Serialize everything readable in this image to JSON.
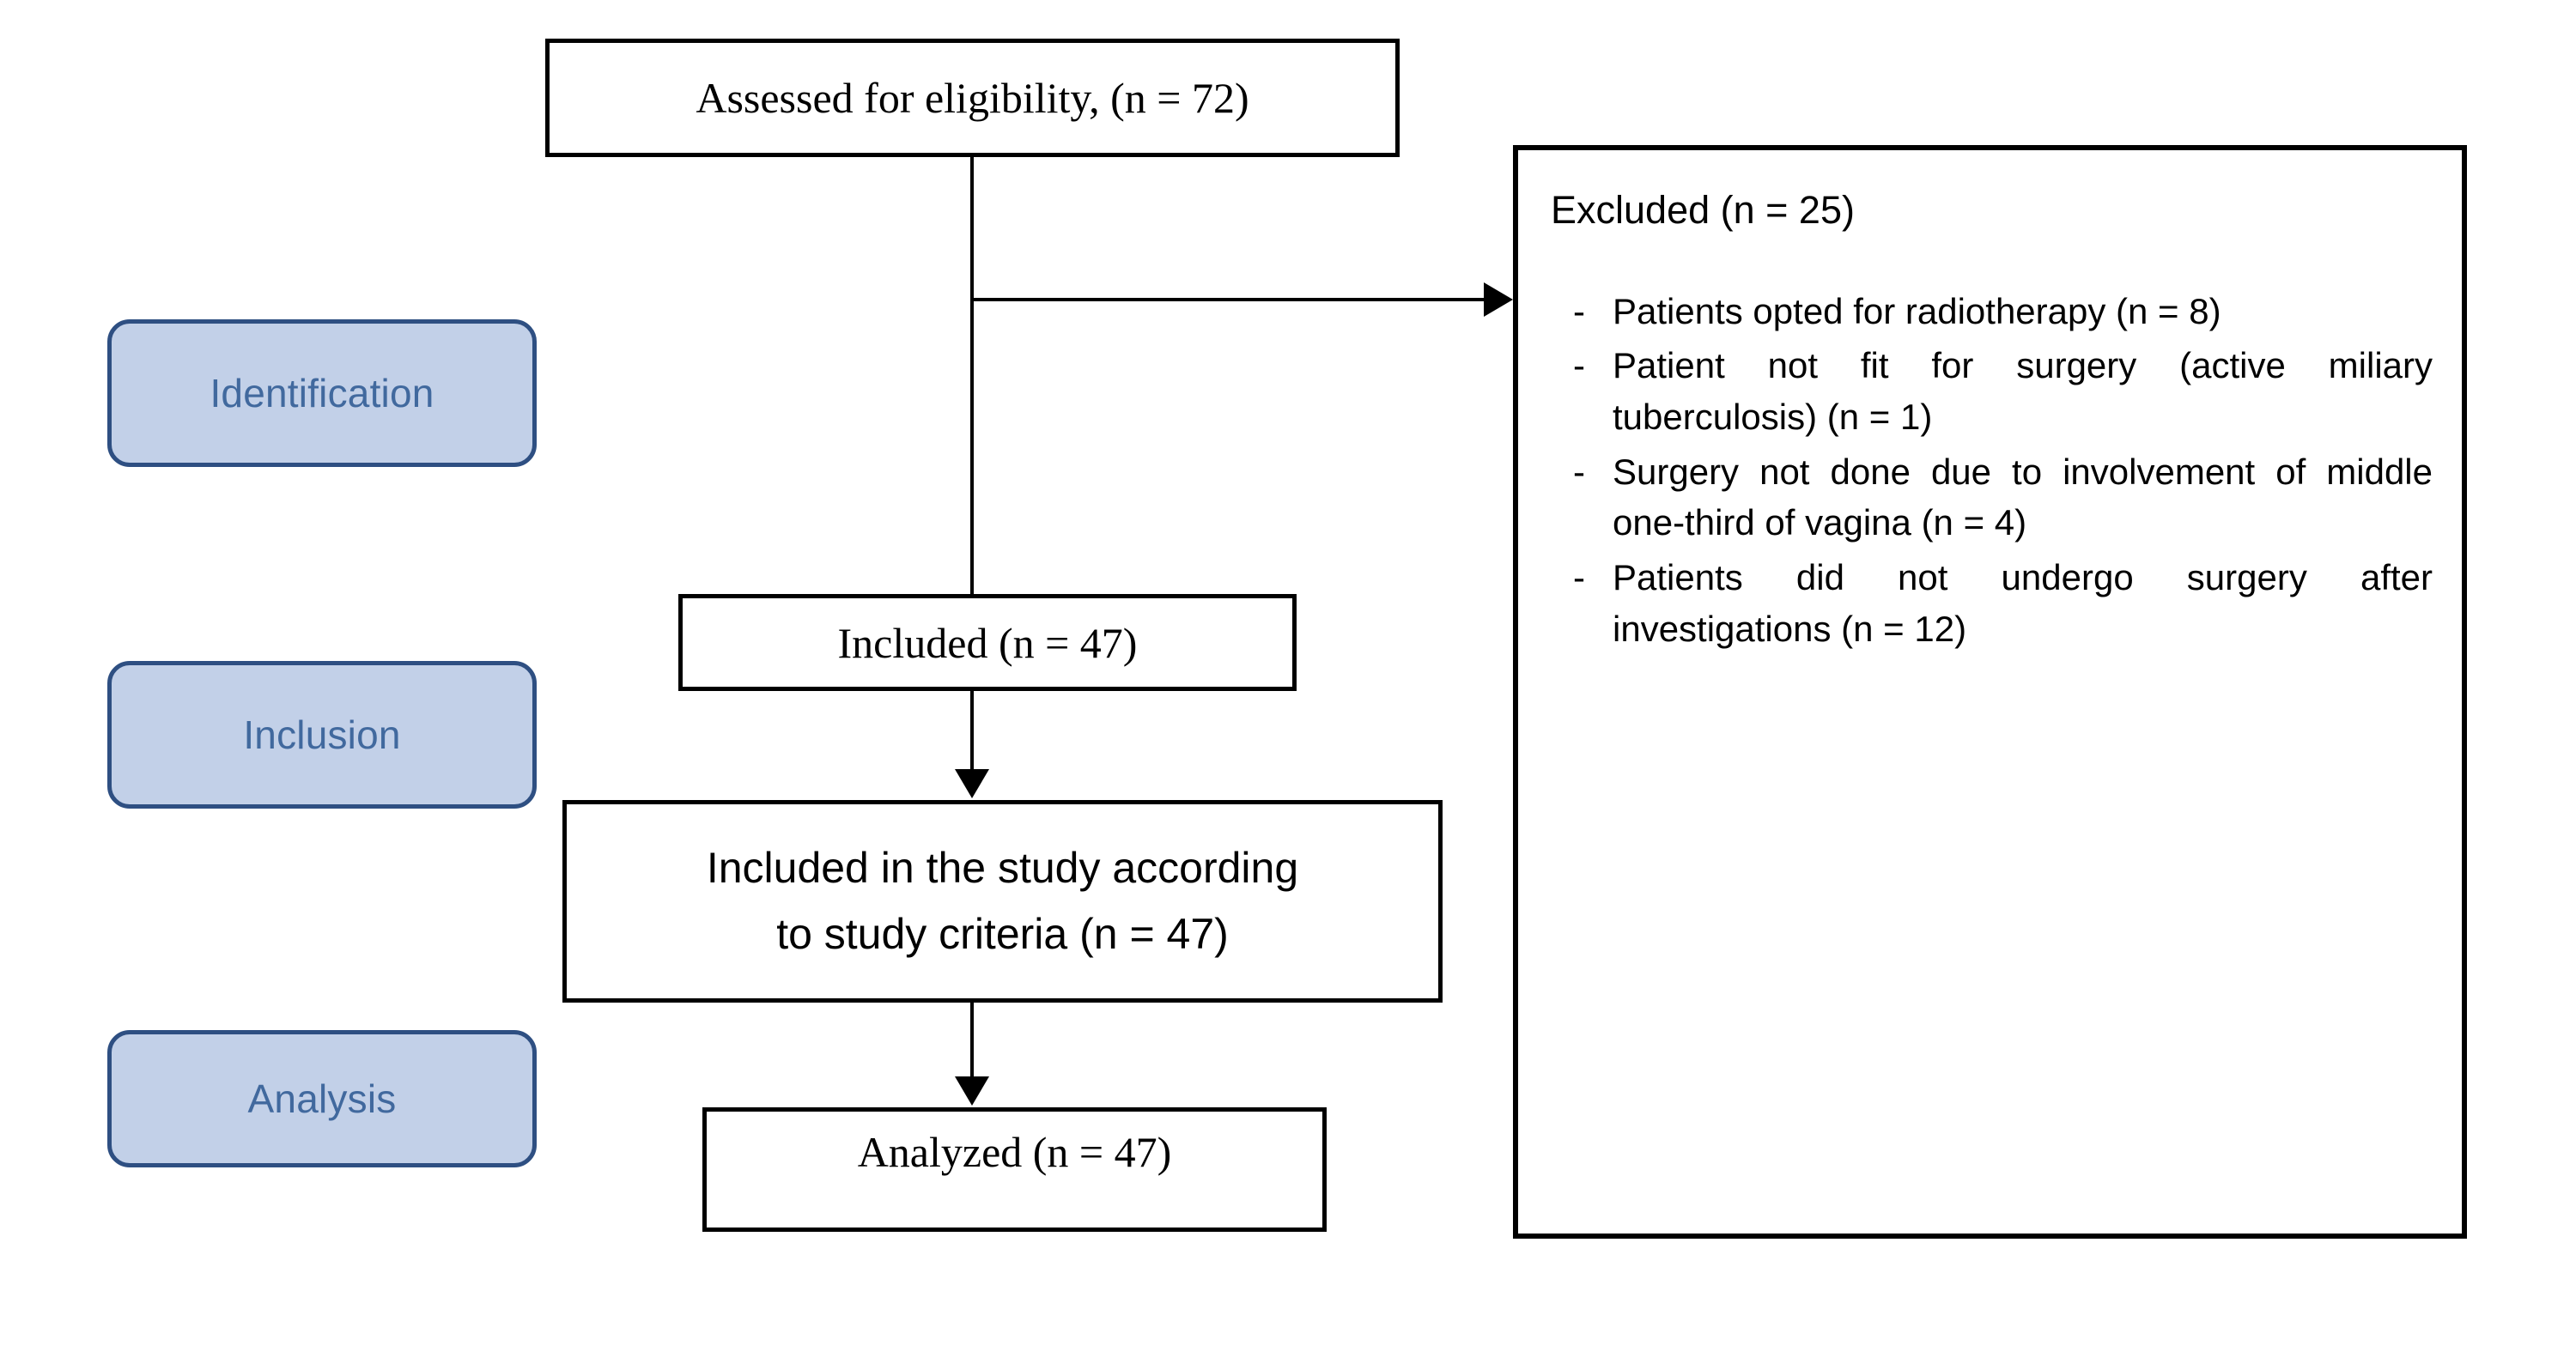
{
  "diagram": {
    "title": "CONSORT-style participant flow diagram",
    "colors": {
      "box_border": "#000000",
      "stage_fill": "#c2d0e8",
      "stage_border": "#2e4f82",
      "stage_text": "#41699e",
      "background": "#ffffff"
    },
    "stages": [
      {
        "label": "Identification"
      },
      {
        "label": "Inclusion"
      },
      {
        "label": "Analysis"
      }
    ],
    "boxes": {
      "assessed": {
        "label": "Assessed for eligibility, (n = 72)"
      },
      "included": {
        "label": "Included (n = 47)"
      },
      "included_study": {
        "line1": "Included in the study according",
        "line2": "to study criteria (n = 47)"
      },
      "analyzed": {
        "label": "Analyzed (n = 47)"
      }
    },
    "excluded": {
      "title": "Excluded (n = 25)",
      "bullet_marker": "-",
      "items": [
        "Patients opted for radiotherapy (n = 8)",
        "Patient not fit for surgery (active miliary tuberculosis) (n = 1)",
        "Surgery not done due to involvement of middle one-third of vagina (n = 4)",
        "Patients did not undergo surgery after investigations (n = 12)"
      ]
    },
    "flow_data": {
      "assessed_n": 72,
      "excluded_n": 25,
      "included_n": 47,
      "analyzed_n": 47,
      "exclusion_counts": [
        8,
        1,
        4,
        12
      ]
    }
  }
}
